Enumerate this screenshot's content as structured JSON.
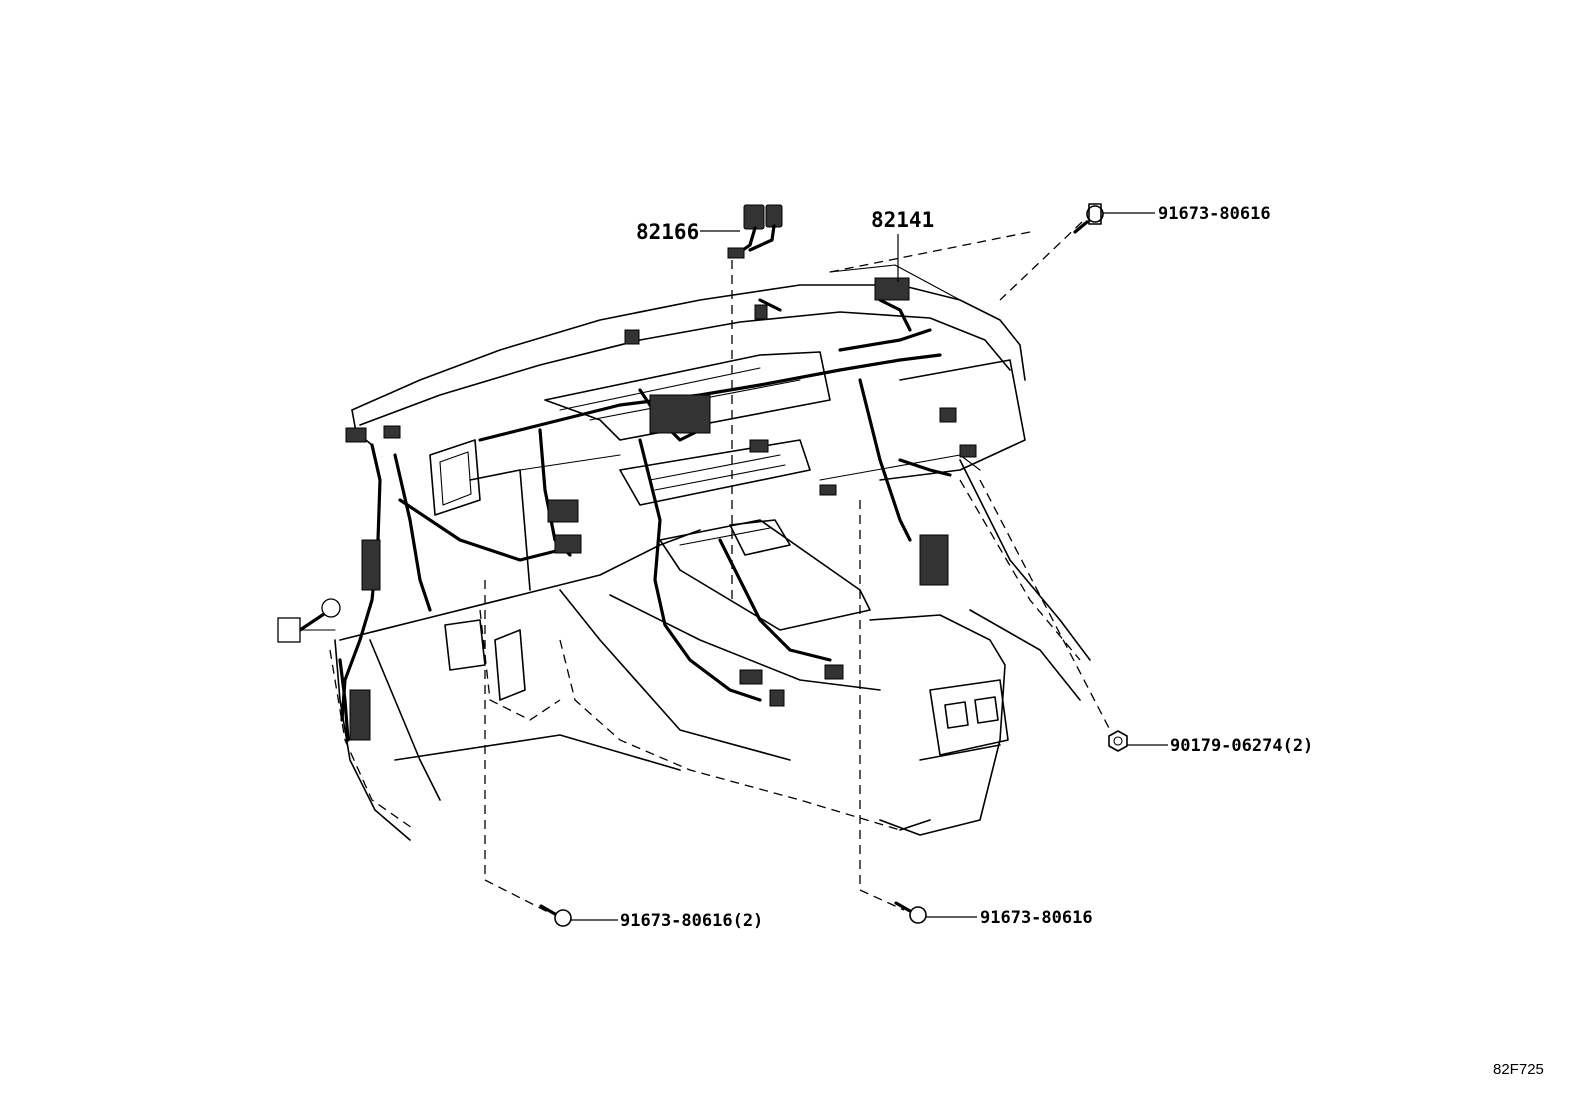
{
  "diagram": {
    "callouts": [
      {
        "id": "c-82166",
        "text": "82166"
      },
      {
        "id": "c-82141",
        "text": "82141"
      },
      {
        "id": "c-bolt-top",
        "text": "91673-80616"
      },
      {
        "id": "c-nut-right",
        "text": "90179-06274(2)"
      },
      {
        "id": "c-bolt-bottom-left",
        "text": "91673-80616(2)"
      },
      {
        "id": "c-bolt-bottom-right",
        "text": "91673-80616"
      }
    ],
    "diagram_code": "82F725"
  }
}
